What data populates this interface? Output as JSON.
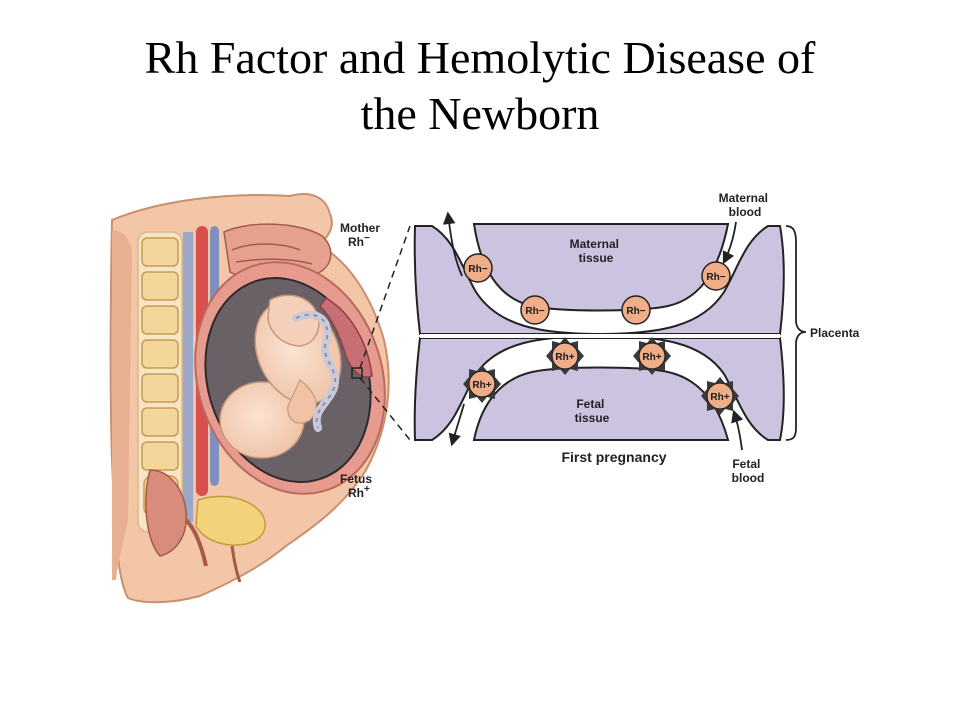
{
  "title": {
    "line1": "Rh Factor and Hemolytic Disease of",
    "line2": "the Newborn"
  },
  "anatomy": {
    "mother_label": "Mother",
    "mother_rh": "Rh",
    "mother_sign": "−",
    "fetus_label": "Fetus",
    "fetus_rh": "Rh",
    "fetus_sign": "+"
  },
  "placenta_detail": {
    "maternal_blood": [
      "Maternal",
      "blood"
    ],
    "maternal_tissue": [
      "Maternal",
      "tissue"
    ],
    "placenta": "Placenta",
    "fetal_tissue": [
      "Fetal",
      "tissue"
    ],
    "fetal_blood": [
      "Fetal",
      "blood"
    ],
    "caption": "First pregnancy",
    "maternal_cells": [
      "Rh−",
      "Rh−",
      "Rh−",
      "Rh−"
    ],
    "fetal_cells": [
      "Rh+",
      "Rh+",
      "Rh+",
      "Rh+"
    ]
  },
  "colors": {
    "placenta_fill": "#cbc3df",
    "cell_fill": "#f0ae88",
    "skin": "#f2c6a6",
    "uterus_wall": "#e79a8e",
    "spine_bone": "#f3d79a"
  }
}
